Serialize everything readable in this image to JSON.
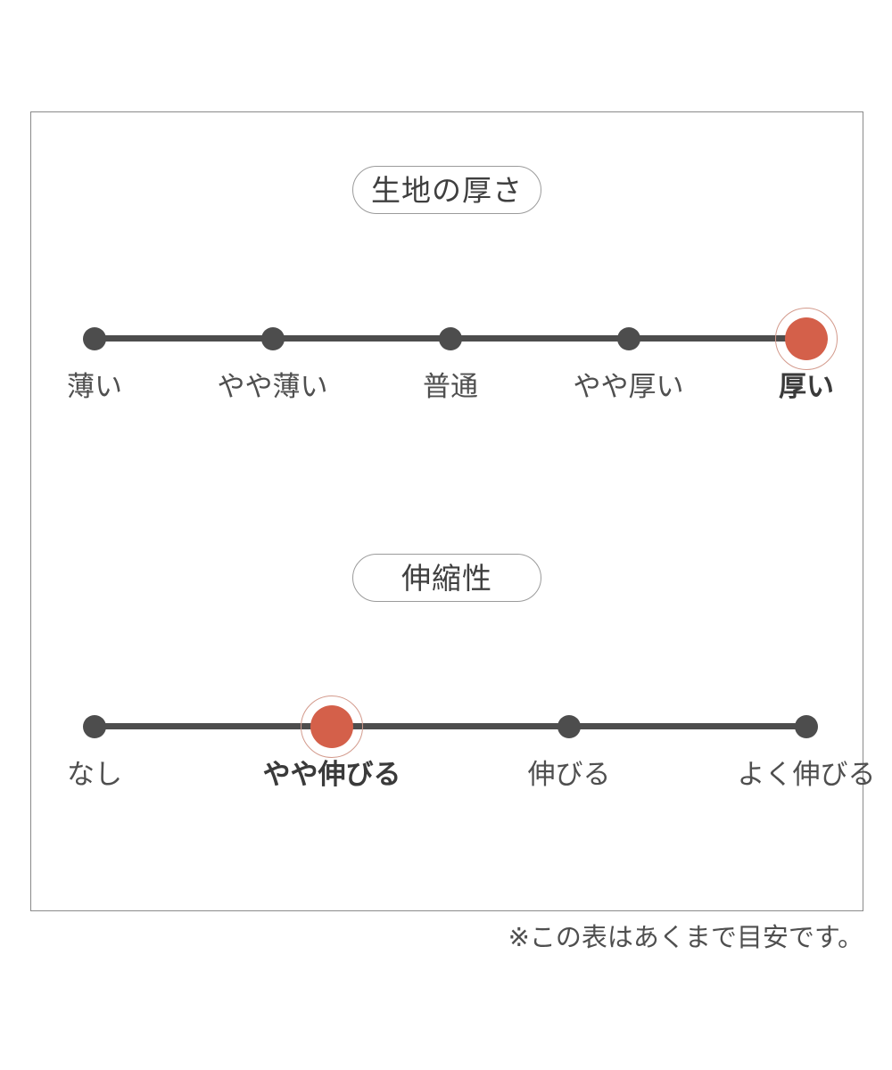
{
  "card": {
    "border_color": "#8a8a8a"
  },
  "colors": {
    "accent": "#d4604a",
    "accent_ring": "#d39a8c",
    "track": "#4d4d4d",
    "text": "#4f4f4f"
  },
  "sections": [
    {
      "id": "thickness",
      "badge_label": "生地の厚さ",
      "points": [
        {
          "label": "薄い",
          "active": false
        },
        {
          "label": "やや薄い",
          "active": false
        },
        {
          "label": "普通",
          "active": false
        },
        {
          "label": "やや厚い",
          "active": false
        },
        {
          "label": "厚い",
          "active": true
        }
      ],
      "selected_index": 4,
      "selected_label": "厚い"
    },
    {
      "id": "stretch",
      "badge_label": "伸縮性",
      "points": [
        {
          "label": "なし",
          "active": false
        },
        {
          "label": "やや伸びる",
          "active": true
        },
        {
          "label": "伸びる",
          "active": false
        },
        {
          "label": "よく伸びる",
          "active": false
        }
      ],
      "selected_index": 1,
      "selected_label": "やや伸びる"
    }
  ],
  "footnote": "※この表はあくまで目安です。"
}
